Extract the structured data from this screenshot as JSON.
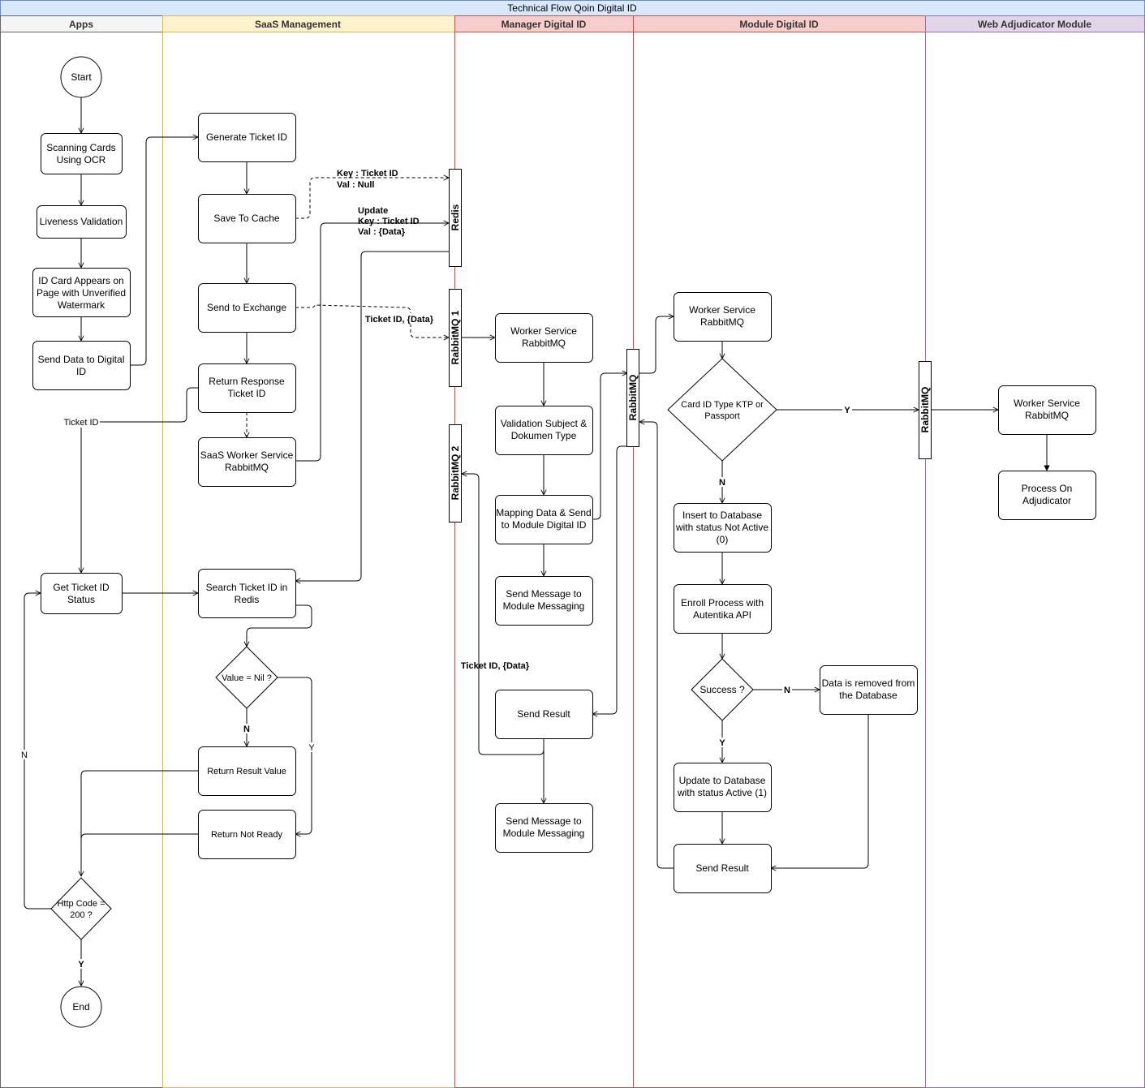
{
  "title": "Technical Flow Qoin Digital ID",
  "colors": {
    "title_bg": "#dae8fc",
    "title_border": "#6c8ebf",
    "apps_bg": "#f5f5f5",
    "apps_border": "#666666",
    "saas_bg": "#fff2cc",
    "saas_border": "#d6b656",
    "manager_bg": "#f8cecc",
    "manager_border": "#b85450",
    "module_bg": "#f8cecc",
    "module_border": "#b85450",
    "web_bg": "#e1d5e7",
    "web_border": "#9673a6"
  },
  "lanes": {
    "apps": "Apps",
    "saas": "SaaS Management",
    "manager": "Manager Digital ID",
    "module": "Module Digital ID",
    "web": "Web Adjudicator Module"
  },
  "nodes": {
    "start": "Start",
    "scan": [
      "Scanning Cards",
      "Using OCR"
    ],
    "liveness": [
      "Liveness Validation"
    ],
    "idcard": [
      "ID Card Appears on",
      "Page with Unverified",
      "Watermark"
    ],
    "senddata": [
      "Send Data to Digital",
      "ID"
    ],
    "getticket": [
      "Get Ticket ID",
      "Status"
    ],
    "http": [
      "Http Code =",
      "200 ?"
    ],
    "end": "End",
    "generate": [
      "Generate Ticket ID"
    ],
    "savecache": [
      "Save To Cache"
    ],
    "exchange": [
      "Send to Exchange"
    ],
    "returnresp": [
      "Return Response",
      "Ticket ID"
    ],
    "saasworker": [
      "SaaS Worker Service",
      "RabbitMQ"
    ],
    "searchticket": [
      "Search Ticket ID in",
      "Redis"
    ],
    "valuenil": [
      "Value = Nil ?"
    ],
    "returnresult": [
      "Return Result Value"
    ],
    "notready": [
      "Return Not Ready"
    ],
    "redis": "Redis",
    "rabbit1": "RabbitMQ 1",
    "rabbit2": "RabbitMQ 2",
    "rabbitModule": "RabbitMQ",
    "rabbitWeb": "RabbitMQ",
    "mgrworker": [
      "Worker Service",
      "RabbitMQ"
    ],
    "validation": [
      "Validation Subject &",
      "Dokumen Type"
    ],
    "mapping": [
      "Mapping Data & Send",
      "to Module Digital ID"
    ],
    "sendmsg1": [
      "Send Message to",
      "Module Messaging"
    ],
    "sendresult_mgr": [
      "Send Result"
    ],
    "sendmsg2": [
      "Send Message to",
      "Module Messaging"
    ],
    "modworker": [
      "Worker Service",
      "RabbitMQ"
    ],
    "cardtype": [
      "Card ID Type KTP or",
      "Passport"
    ],
    "insertdb": [
      "Insert to Database",
      "with status Not Active",
      "(0)"
    ],
    "enroll": [
      "Enroll Process with",
      "Autentika API"
    ],
    "success": [
      "Success ?"
    ],
    "removed": [
      "Data is removed from",
      "the Database"
    ],
    "updatedb": [
      "Update to Database",
      "with status Active (1)"
    ],
    "sendresult_mod": [
      "Send Result"
    ],
    "webworker": [
      "Worker Service",
      "RabbitMQ"
    ],
    "adjudicator": [
      "Process On",
      "Adjudicator"
    ]
  },
  "labels": {
    "ticketid": "Ticket ID",
    "keyval1": [
      "Key  : Ticket ID",
      "Val   : Null"
    ],
    "update": [
      "Update",
      "Key  : Ticket ID",
      "Val   : {Data}"
    ],
    "ticketdata1": "Ticket ID, {Data}",
    "ticketdata2": "Ticket ID, {Data}",
    "n_nil": "N",
    "y_nil": "Y",
    "n_http": "N",
    "y_http": "Y",
    "y_card": "Y",
    "n_card": "N",
    "n_success": "N",
    "y_success": "Y"
  }
}
